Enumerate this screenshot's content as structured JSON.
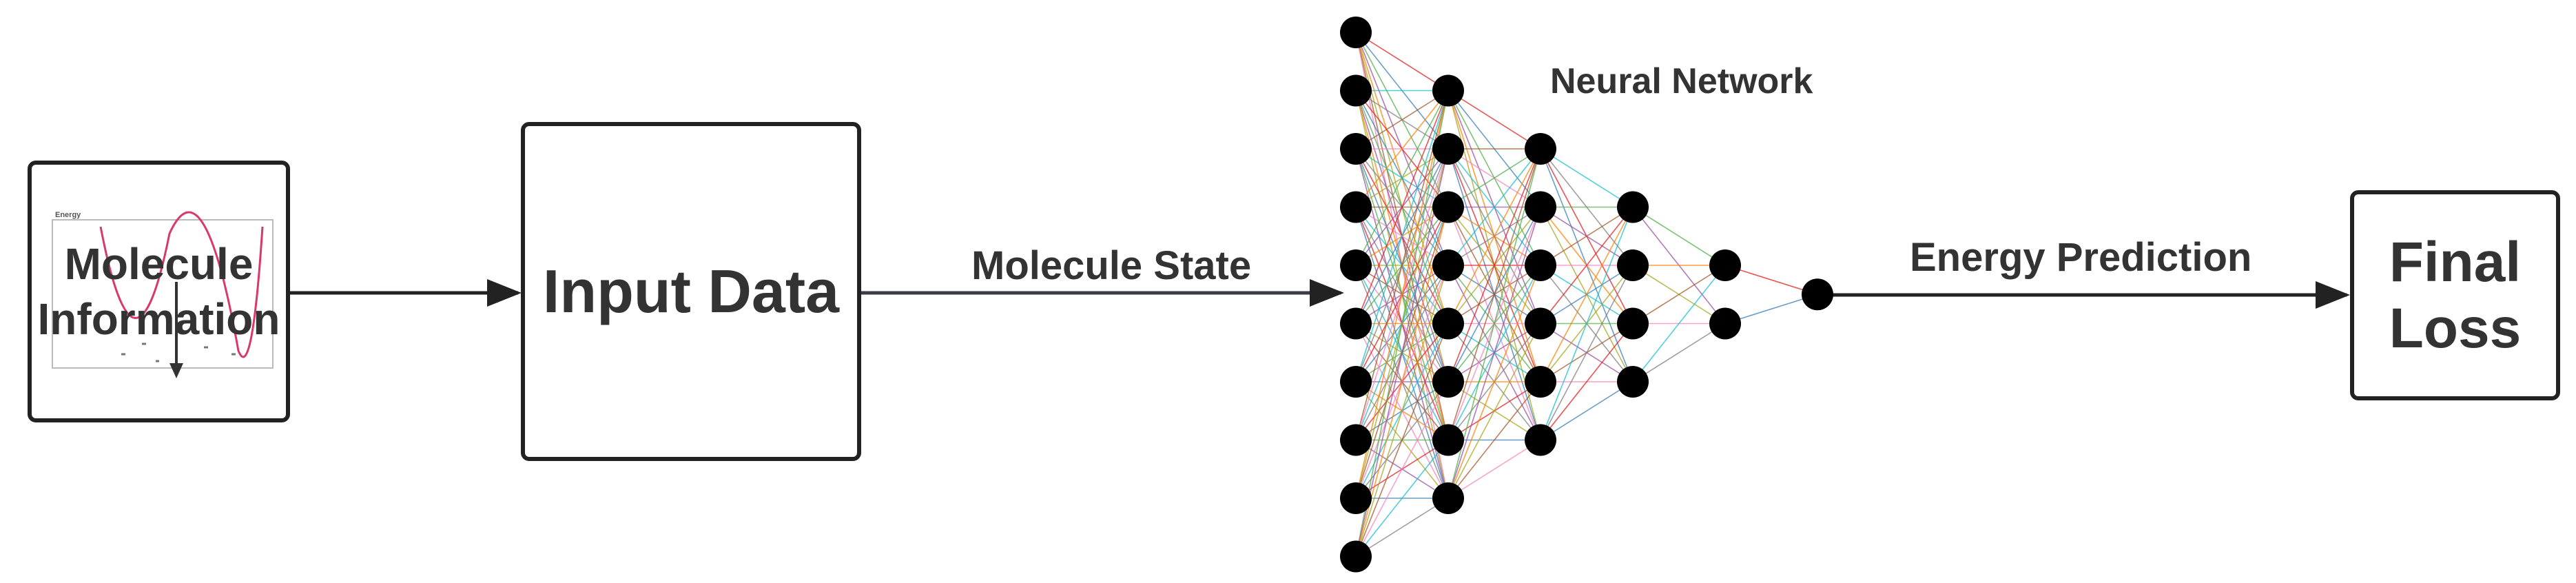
{
  "colors": {
    "stroke": "#222222",
    "text": "#333333",
    "plot_curve": "#d9386b",
    "link_palette": [
      "#e41a1c",
      "#377eb8",
      "#4daf4a",
      "#984ea3",
      "#ff7f00",
      "#a6a61e",
      "#a65628",
      "#f781bf",
      "#17becf",
      "#7f7f7f"
    ]
  },
  "boxes": {
    "molecule": {
      "line1": "Molecule",
      "line2": "Information"
    },
    "input": {
      "label": "Input Data"
    },
    "loss": {
      "line1": "Final",
      "line2": "Loss"
    }
  },
  "mini_plot": {
    "axis_label": "Energy"
  },
  "flow_labels": {
    "state": "Molecule State",
    "energy": "Energy Prediction"
  },
  "network": {
    "title": "Neural Network",
    "layer_sizes": [
      10,
      8,
      6,
      4,
      2,
      1
    ]
  }
}
